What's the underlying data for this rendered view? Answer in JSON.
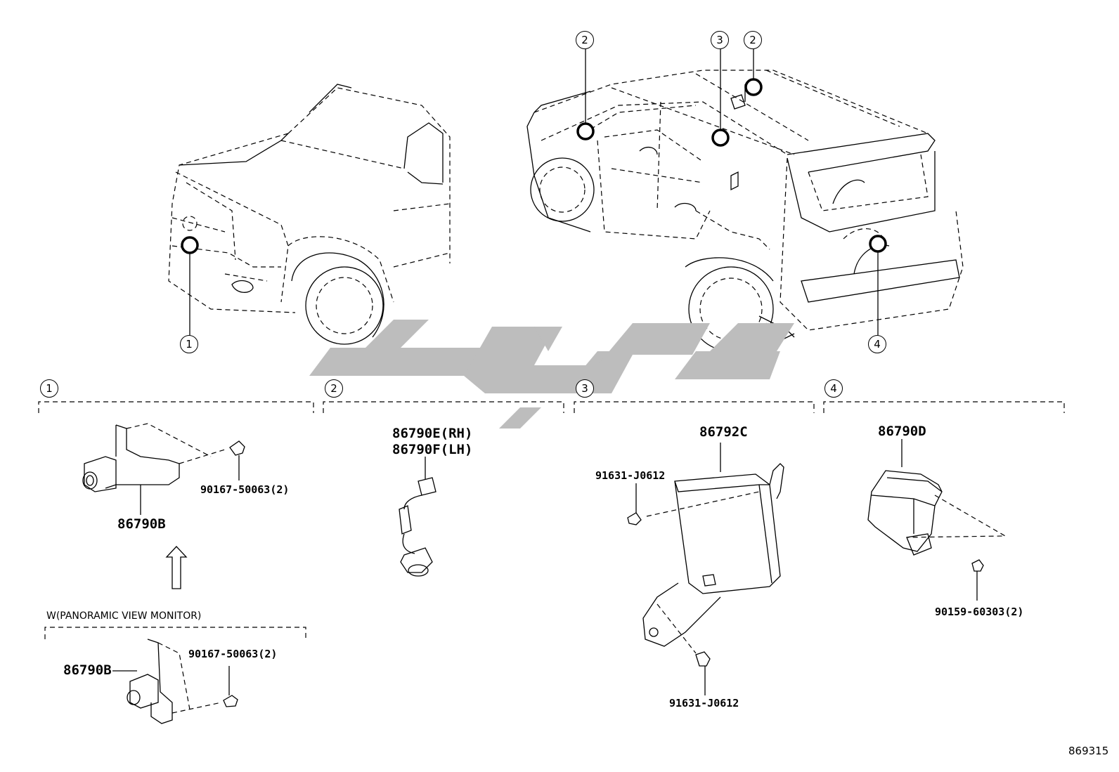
{
  "callouts": {
    "front_vehicle": "1",
    "rear_vehicle_left": "2",
    "rear_vehicle_center": "3",
    "rear_vehicle_right": "2",
    "rear_vehicle_back": "4"
  },
  "sections": [
    {
      "number": "1",
      "parts": [
        {
          "part_no": "86790B",
          "qty": ""
        },
        {
          "part_no": "90167-50063(2)",
          "qty": ""
        }
      ],
      "subgroup": {
        "title": "W(PANORAMIC VIEW MONITOR)",
        "part_no": "86790B",
        "bolt_no": "90167-50063(2)"
      }
    },
    {
      "number": "2",
      "parts": [
        {
          "part_no": "86790E(RH)"
        },
        {
          "part_no": "86790F(LH)"
        }
      ]
    },
    {
      "number": "3",
      "parts": [
        {
          "part_no": "86792C"
        },
        {
          "part_no": "91631-J0612"
        },
        {
          "part_no": "91631-J0612"
        }
      ]
    },
    {
      "number": "4",
      "parts": [
        {
          "part_no": "86790D"
        },
        {
          "part_no": "90159-60303(2)"
        }
      ]
    }
  ],
  "reference_number": "869315",
  "colors": {
    "line": "#000000",
    "watermark": "#bdbdbd",
    "background": "#ffffff"
  }
}
